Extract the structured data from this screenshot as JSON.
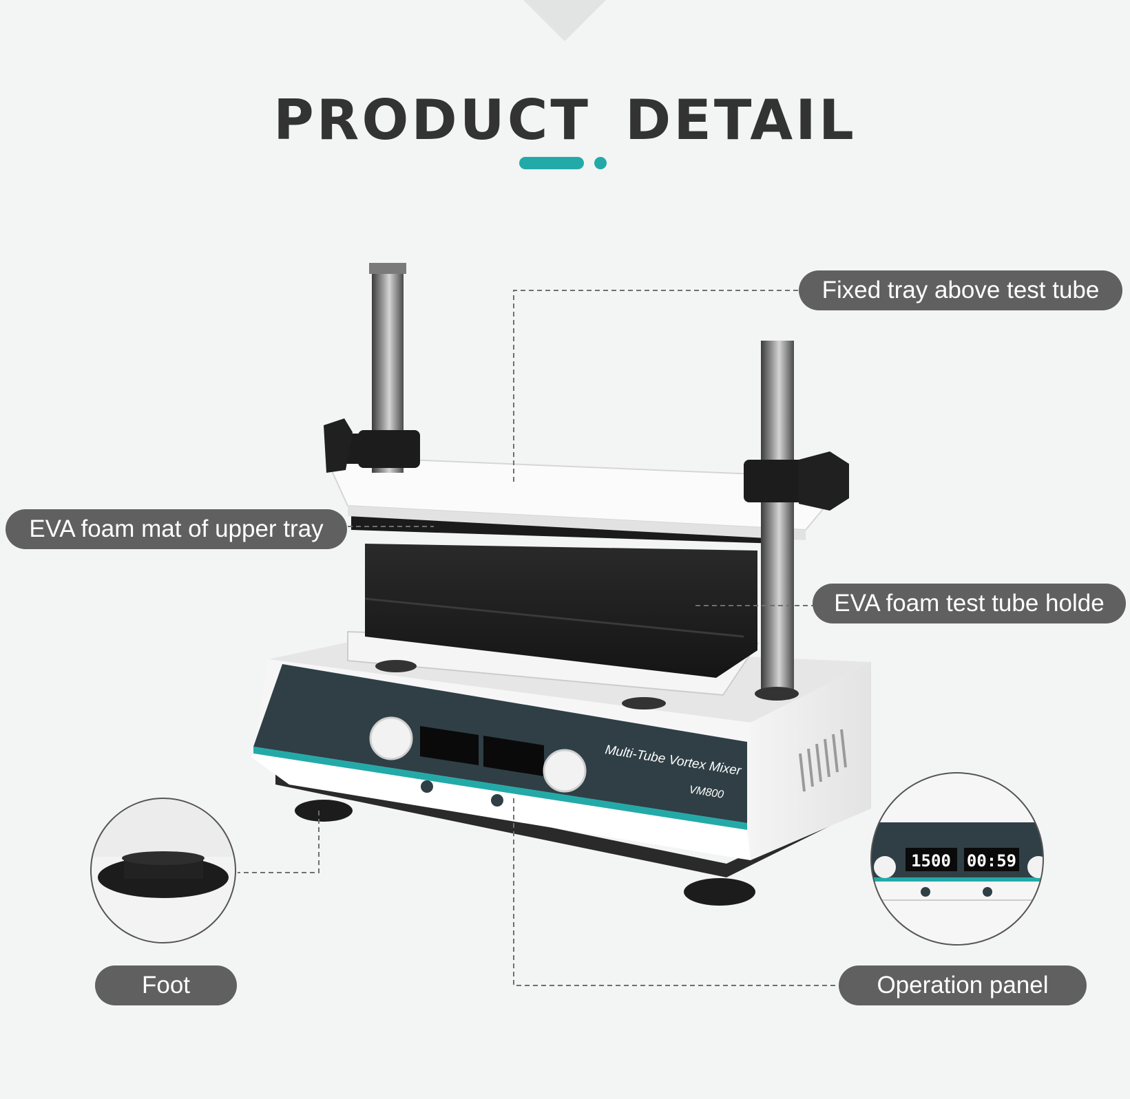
{
  "header": {
    "title": "PRODUCT DETAIL",
    "accent_color": "#23aaa8"
  },
  "callouts": {
    "fixed_tray": "Fixed tray above test tube",
    "eva_mat": "EVA foam mat of upper tray",
    "eva_holder": "EVA foam test tube holde",
    "foot": "Foot",
    "operation_panel": "Operation panel"
  },
  "device": {
    "brand_line": "Multi-Tube Vortex Mixer",
    "model": "VM800",
    "panel_color": "#2f3f45",
    "accent_stripe": "#23aaa8"
  },
  "display_zoom": {
    "speed": "1500",
    "time": "00:59"
  }
}
